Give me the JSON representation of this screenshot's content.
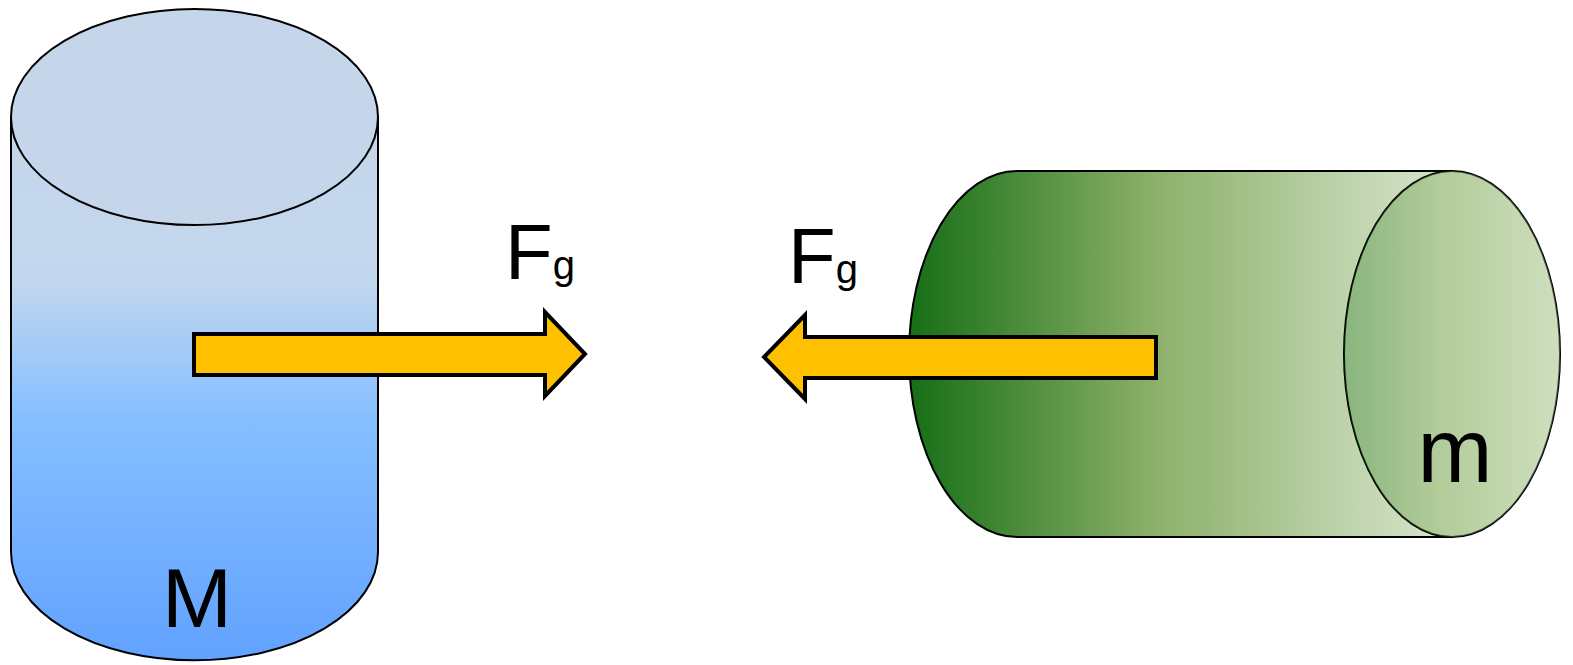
{
  "diagram": {
    "nodes": [
      {
        "text": [
          "M"
        ]
      },
      {
        "text": [
          "m"
        ]
      }
    ],
    "labels": [
      "Fg",
      "Fg"
    ]
  }
}
